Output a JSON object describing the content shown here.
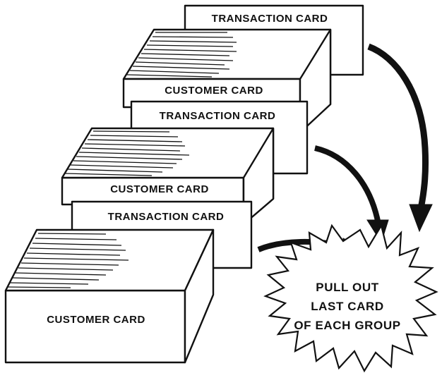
{
  "diagram": {
    "labels": {
      "transaction_card": "TRANSACTION CARD",
      "customer_card": "CUSTOMER CARD"
    },
    "burst": {
      "line1": "PULL OUT",
      "line2": "LAST CARD",
      "line3": "OF EACH GROUP"
    }
  }
}
